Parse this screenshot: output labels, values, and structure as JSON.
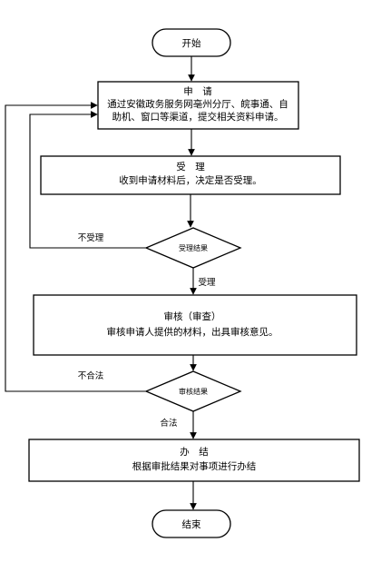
{
  "nodes": {
    "start": "开始",
    "apply_title": "申　请",
    "apply_line1": "通过安徽政务服务网亳州分厅、皖事通、自",
    "apply_line2": "助机、窗口等渠道，提交相关资料申请。",
    "accept_title": "受　理",
    "accept_desc": "收到申请材料后，决定是否受理。",
    "accept_decision": "受理结果",
    "review_title": "审核（审查）",
    "review_desc": "审核申请人提供的材料，出具审核意见。",
    "review_decision": "审核结果",
    "finish_title": "办　结",
    "finish_desc": "根据审批结果对事项进行办结",
    "end": "结束"
  },
  "edges": {
    "not_accepted": "不受理",
    "accepted": "受理",
    "not_legal": "不合法",
    "legal": "合法"
  }
}
